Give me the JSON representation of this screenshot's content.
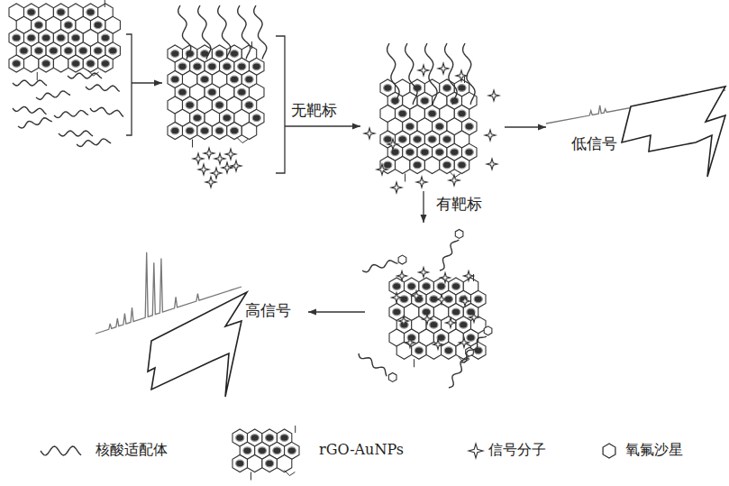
{
  "diagram": {
    "labels": [
      "无靶标",
      "有靶标",
      "低信号",
      "高信号"
    ],
    "legend": [
      {
        "text": "核酸适配体"
      },
      {
        "text": "rGO-AuNPs"
      },
      {
        "text": "信号分子"
      },
      {
        "text": "氧氟沙星"
      }
    ]
  }
}
